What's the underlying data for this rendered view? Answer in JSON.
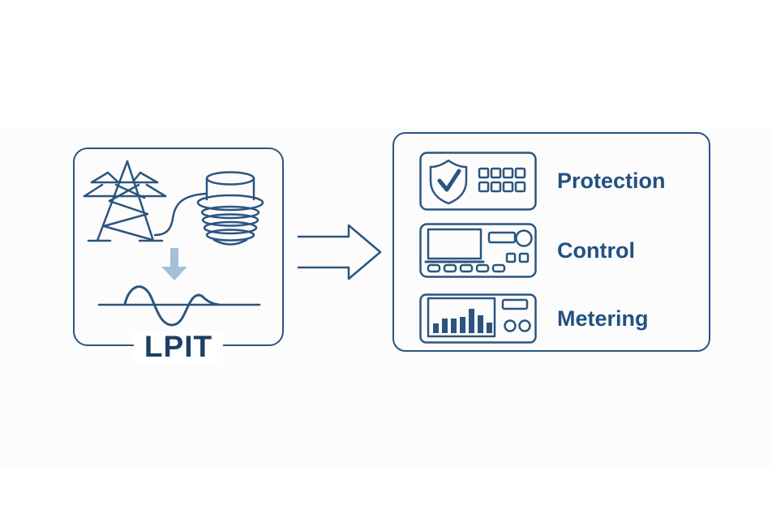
{
  "colors": {
    "line": "#2b557f",
    "label_text": "#235180",
    "lpit_text": "#1d3f63",
    "arrow_fill": "#a5bfdb",
    "background": "#ffffff",
    "band": "#fcfcfc"
  },
  "source_box": {
    "label": "LPIT",
    "icons": [
      "transmission-tower-icon",
      "bushing-sensor-icon",
      "down-arrow-icon",
      "signal-wave-icon"
    ]
  },
  "flow": {
    "icon": "right-arrow-icon"
  },
  "outputs_box": {
    "items": [
      {
        "label": "Protection",
        "icon": "protection-device-icon"
      },
      {
        "label": "Control",
        "icon": "control-device-icon"
      },
      {
        "label": "Metering",
        "icon": "metering-device-icon"
      }
    ]
  }
}
